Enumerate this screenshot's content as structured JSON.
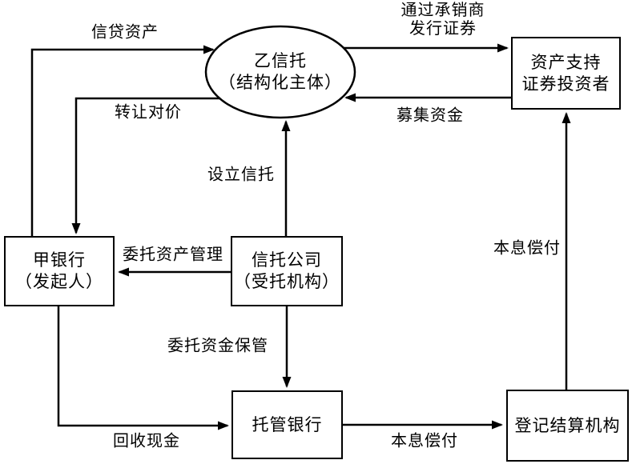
{
  "diagram": {
    "background_color": "#ffffff",
    "line_color": "#000000",
    "nodes": {
      "trust_spv": {
        "line1": "乙信托",
        "line2": "（结构化主体）",
        "shape": "ellipse"
      },
      "investors": {
        "line1": "资产支持",
        "line2": "证券投资者",
        "shape": "rect"
      },
      "bank_a": {
        "line1": "甲银行",
        "line2": "（发起人）",
        "shape": "rect"
      },
      "trust_company": {
        "line1": "信托公司",
        "line2": "（受托机构）",
        "shape": "rect"
      },
      "custodian_bank": {
        "line1": "托管银行",
        "shape": "rect"
      },
      "registry": {
        "line1": "登记结算机构",
        "shape": "rect"
      }
    },
    "edges": {
      "credit_assets": {
        "label": "信贷资产",
        "from": "bank_a",
        "to": "trust_spv"
      },
      "transfer_consideration": {
        "label": "转让对价",
        "from": "trust_spv",
        "to": "bank_a"
      },
      "issue_securities": {
        "label_line1": "通过承销商",
        "label_line2": "发行证券",
        "from": "trust_spv",
        "to": "investors"
      },
      "raised_funds": {
        "label": "募集资金",
        "from": "investors",
        "to": "trust_spv"
      },
      "establish_trust": {
        "label": "设立信托",
        "from": "trust_company",
        "to": "trust_spv"
      },
      "entrust_asset_mgmt": {
        "label": "委托资产管理",
        "from": "trust_company",
        "to": "bank_a"
      },
      "entrust_fund_custody": {
        "label": "委托资金保管",
        "from": "trust_company",
        "to": "custodian_bank"
      },
      "recovered_cash": {
        "label": "回收现金",
        "from": "bank_a",
        "to": "custodian_bank"
      },
      "principal_interest_pay": {
        "label": "本息偿付",
        "from": "custodian_bank",
        "to": "registry"
      },
      "principal_interest_back": {
        "label": "本息偿付",
        "from": "registry",
        "to": "investors"
      }
    }
  }
}
